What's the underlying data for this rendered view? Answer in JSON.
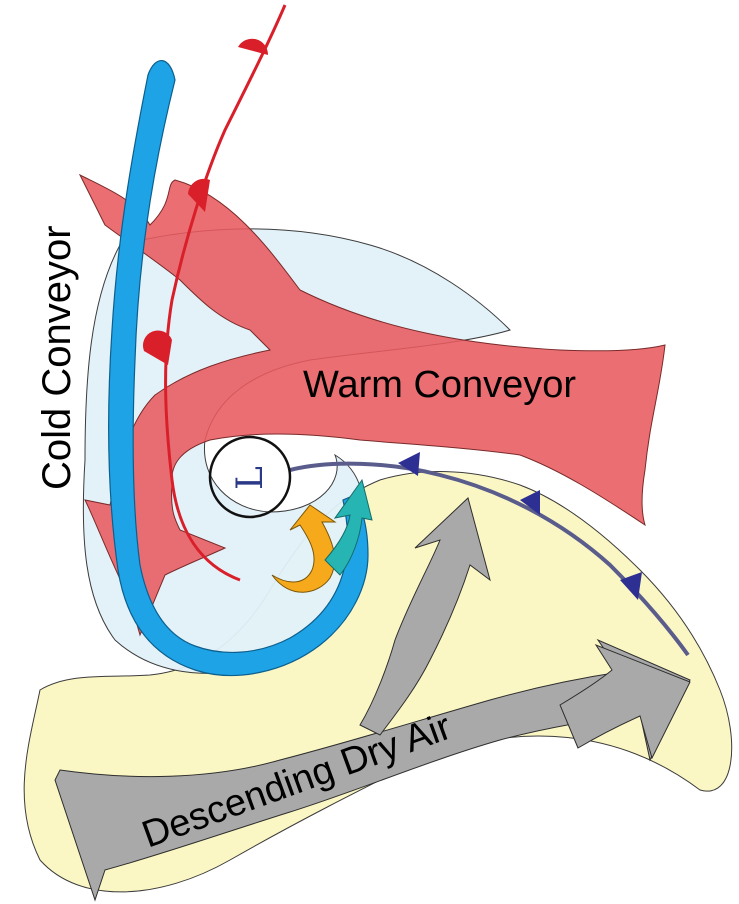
{
  "labels": {
    "cold_conveyor": "Cold Conveyor",
    "warm_conveyor": "Warm Conveyor",
    "dry_air": "Descending Dry Air",
    "low_center": "L"
  },
  "colors": {
    "background": "#ffffff",
    "dry_air_region": "#fbf7c4",
    "cloud_region": "#e2f1f9",
    "warm_conveyor": "#e85a5f",
    "cold_conveyor": "#1ea3e6",
    "descending_arrows": "#a9a9a9",
    "warm_front": "#d9202a",
    "cold_front": "#5a5c8c",
    "cold_front_triangles": "#2e2f92",
    "low_marker": "#2b3a86",
    "orange_jet": "#f5a91b",
    "teal_jet": "#27b5b3"
  }
}
